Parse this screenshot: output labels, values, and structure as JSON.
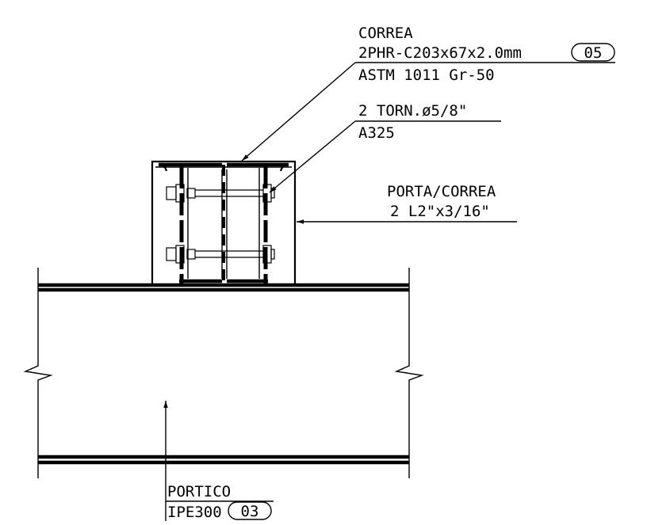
{
  "labels": {
    "correa": {
      "title": "CORREA",
      "section": "2PHR-C203x67x2.0mm",
      "tag": "05",
      "material": "ASTM 1011 Gr-50"
    },
    "bolts": {
      "spec": "2 TORN.ø5/8\"",
      "grade": "A325"
    },
    "porta_correa": {
      "title": "PORTA/CORREA",
      "section": "2 L2\"x3/16\""
    },
    "portico": {
      "title": "PORTICO",
      "section": "IPE300",
      "tag": "03"
    }
  }
}
